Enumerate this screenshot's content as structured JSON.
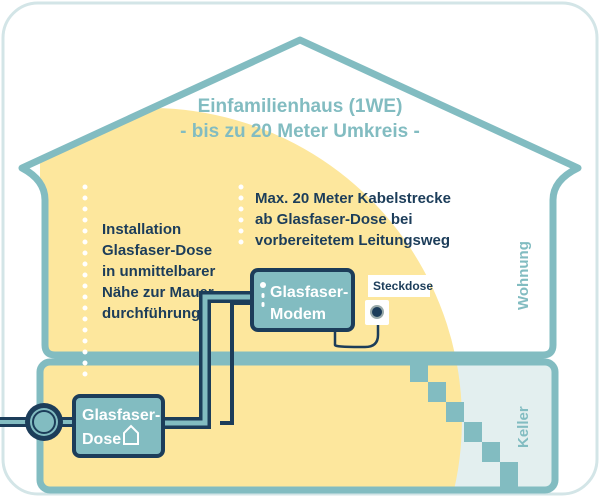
{
  "title": {
    "line1": "Einfamilienhaus (1WE)",
    "line2": "- bis zu 20 Meter Umkreis -"
  },
  "note_left": [
    "Installation",
    "Glasfaser-Dose",
    "in unmittelbarer",
    "Nähe zur Mauer-",
    "durchführung"
  ],
  "note_right": [
    "Max. 20 Meter Kabelstrecke",
    "ab Glasfaser-Dose bei",
    "vorbereitetem Leitungsweg"
  ],
  "modem": {
    "line1": "Glasfaser-",
    "line2": "Modem"
  },
  "dose": {
    "line1": "Glasfaser-",
    "line2": "Dose"
  },
  "socket_label": "Steckdose",
  "floor_upper": "Wohnung",
  "floor_lower": "Keller",
  "colors": {
    "teal": "#82bcc1",
    "navy": "#1c3d5a",
    "yellow": "#fde79d",
    "light": "#e3efef"
  }
}
